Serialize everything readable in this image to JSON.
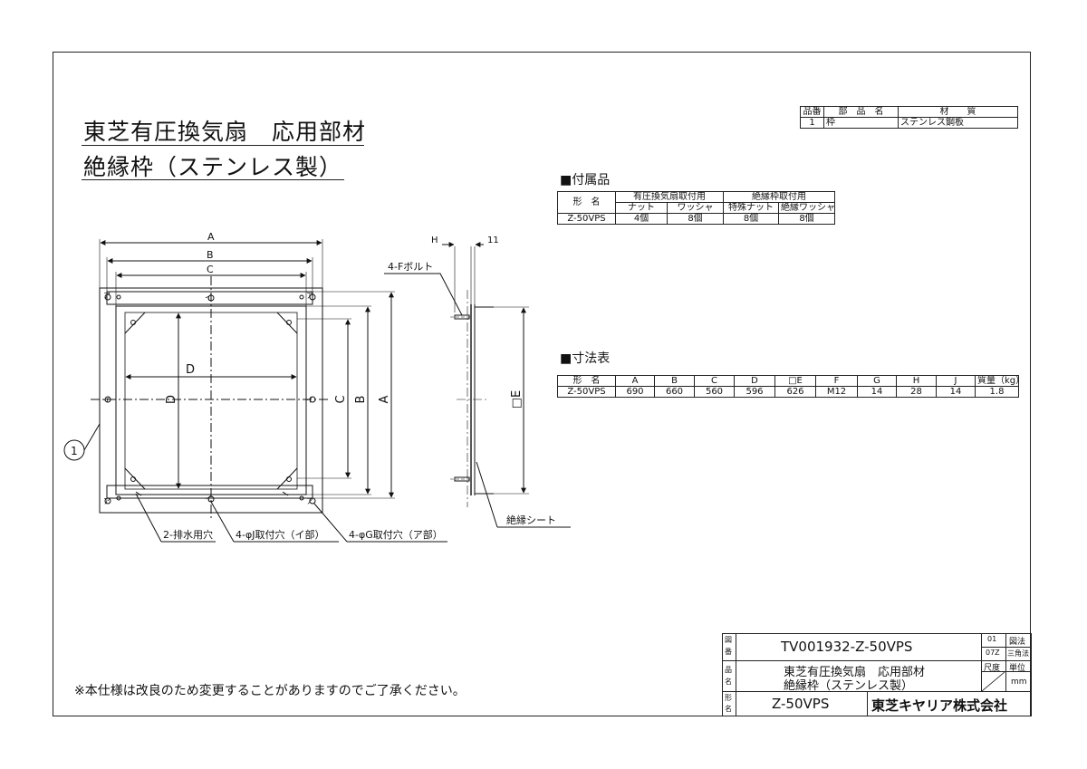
{
  "title": {
    "line1": "東芝有圧換気扇　応用部材",
    "line2": "絶縁枠（ステンレス製）"
  },
  "parts_table": {
    "headers": [
      "品番",
      "部　品　名",
      "材　　質"
    ],
    "rows": [
      {
        "no": "1",
        "name": "枠",
        "material": "ステンレス鋼板"
      }
    ]
  },
  "accessories": {
    "heading": "■付属品",
    "model_header": "形　名",
    "group1": "有圧換気扇取付用",
    "group2": "絶縁枠取付用",
    "sub": [
      "ナット",
      "ワッシャ",
      "特殊ナット",
      "絶縁ワッシャ"
    ],
    "model": "Z-50VPS",
    "values": [
      "4個",
      "8個",
      "8個",
      "8個"
    ]
  },
  "dimensions": {
    "heading": "■寸法表",
    "headers": [
      "形　名",
      "A",
      "B",
      "C",
      "D",
      "□E",
      "F",
      "G",
      "H",
      "J",
      "質量（kg）"
    ],
    "row": [
      "Z-50VPS",
      "690",
      "660",
      "560",
      "596",
      "626",
      "M12",
      "14",
      "28",
      "14",
      "1.8"
    ]
  },
  "drawing_labels": {
    "A": "A",
    "B": "B",
    "C": "C",
    "D": "D",
    "E": "□E",
    "H": "H",
    "eleven": "11",
    "bolt": "4-Fボルト",
    "drain": "2-排水用穴",
    "holeJ": "4-φJ取付穴（イ部）",
    "holeG": "4-φG取付穴（ア部）",
    "sheet": "絶縁シート",
    "part1": "1",
    "a_mark": "ア",
    "i_mark": "イ"
  },
  "note": "※本仕様は改良のため変更することがありますのでご了承ください。",
  "title_block": {
    "zu_ban_label": "図番",
    "drawing_no": "TV001932-Z-50VPS",
    "rev1": "01",
    "rev2": "07Z",
    "method_label": "図法",
    "method": "三角法",
    "hinmei_label": "品名",
    "name1": "東芝有圧換気扇　応用部材",
    "name2": "絶縁枠（ステンレス製）",
    "scale_label": "尺度",
    "unit_label": "単位",
    "unit": "mm",
    "katamei_label": "形名",
    "model": "Z-50VPS",
    "company": "東芝キヤリア株式会社"
  }
}
